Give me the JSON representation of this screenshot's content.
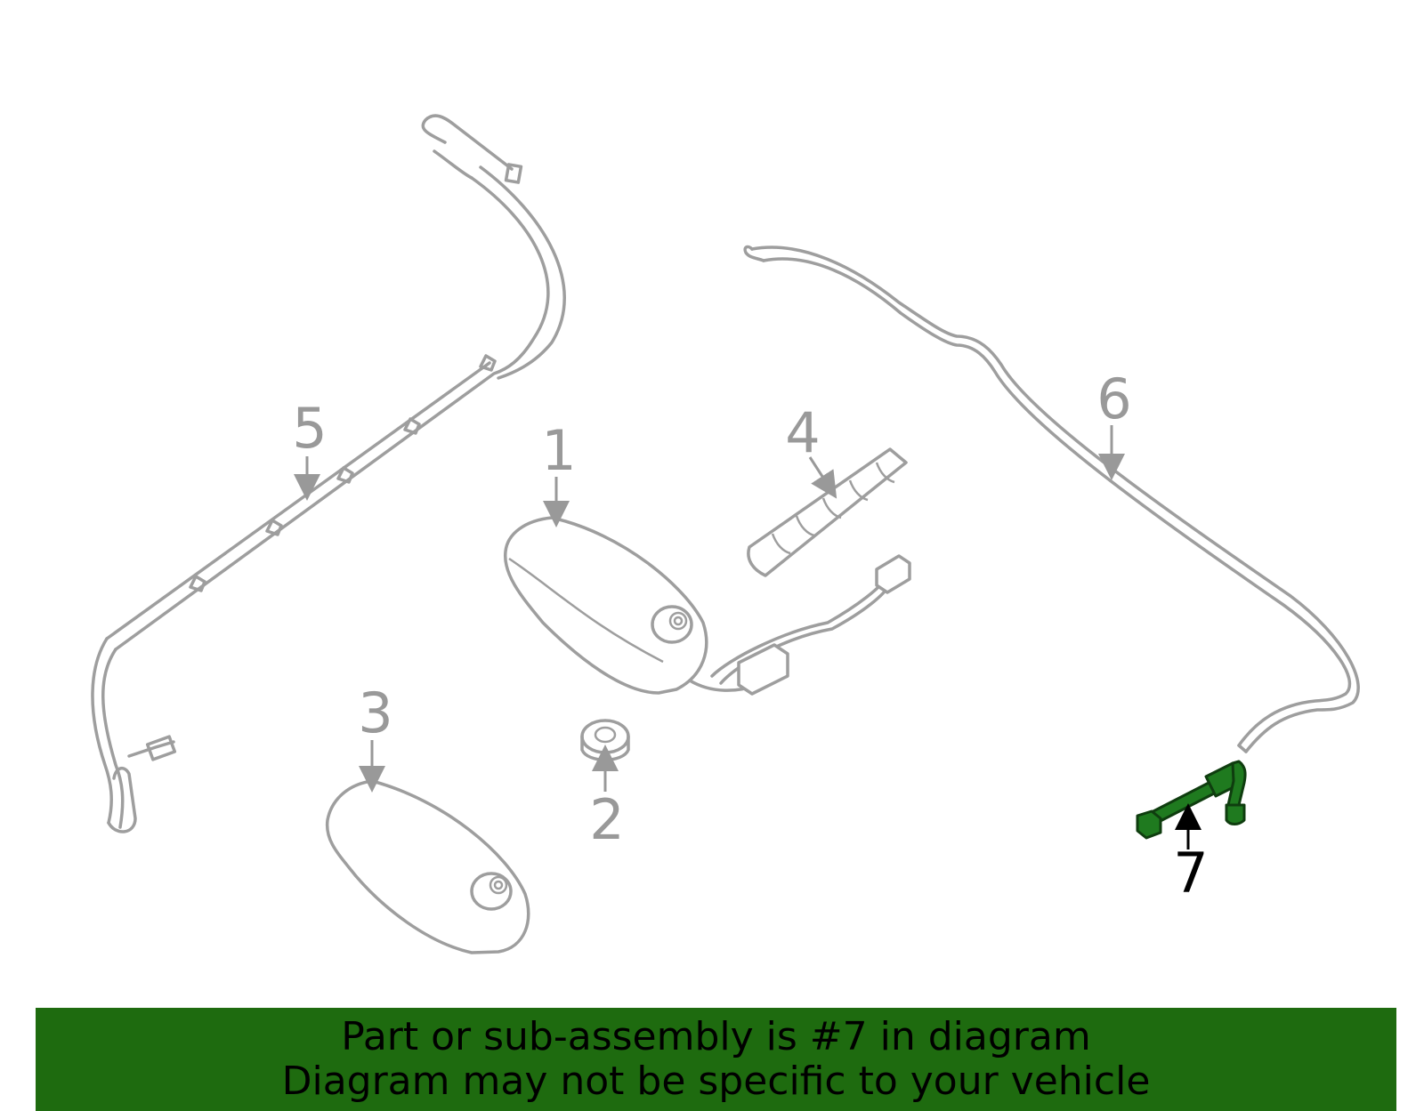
{
  "diagram": {
    "highlight_color": "#1e6b0f",
    "parts": [
      {
        "number": "1",
        "highlighted": false
      },
      {
        "number": "2",
        "highlighted": false
      },
      {
        "number": "3",
        "highlighted": false
      },
      {
        "number": "4",
        "highlighted": false
      },
      {
        "number": "5",
        "highlighted": false
      },
      {
        "number": "6",
        "highlighted": false
      },
      {
        "number": "7",
        "highlighted": true
      }
    ]
  },
  "banner": {
    "line1": "Part or sub-assembly is #7 in diagram",
    "line2": "Diagram may not be specific to your vehicle"
  }
}
